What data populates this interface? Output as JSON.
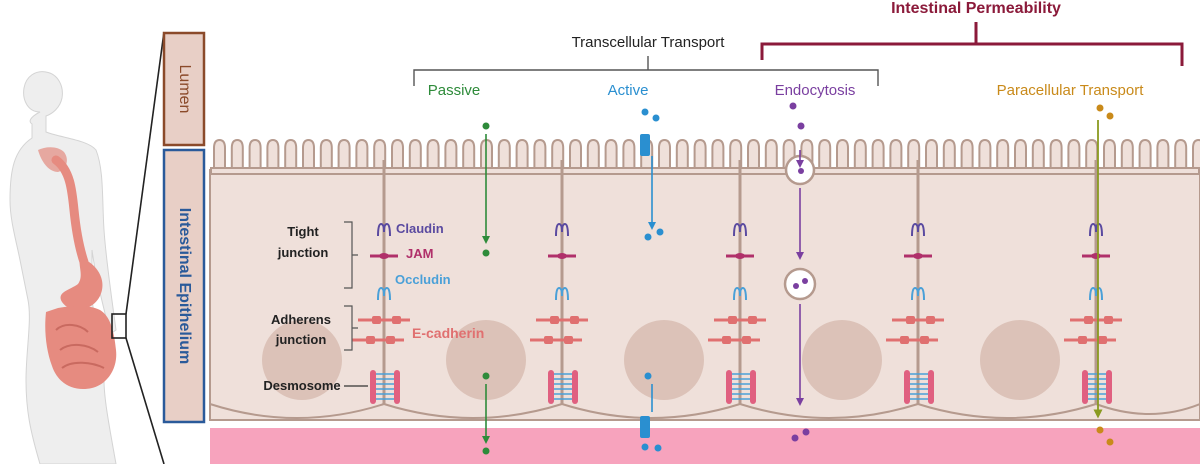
{
  "titles": {
    "permeability": "Intestinal Permeability",
    "transcellular": "Transcellular Transport"
  },
  "routes": {
    "passive": "Passive",
    "active": "Active",
    "endocytosis": "Endocytosis",
    "paracellular": "Paracellular Transport"
  },
  "side_labels": {
    "lumen": "Lumen",
    "epithelium": "Intestinal Epithelium"
  },
  "structures": {
    "tight_junction_line1": "Tight",
    "tight_junction_line2": "junction",
    "adherens_line1": "Adherens",
    "adherens_line2": "junction",
    "desmosome": "Desmosome"
  },
  "proteins": {
    "claudin": "Claudin",
    "jam": "JAM",
    "occludin": "Occludin",
    "e_cadherin": "E-cadherin"
  },
  "colors": {
    "permeability": "#8b1a3a",
    "passive": "#2e8b3a",
    "active": "#2a8fd0",
    "endocytosis": "#7a3fa0",
    "paracellular": "#c98a1a",
    "cell_fill": "#efe0da",
    "cell_stroke": "#b59a8e",
    "blood": "#f7a3bd",
    "nucleus": "#dcc2b8",
    "claudin": "#5a4aa0",
    "jam": "#b0306a",
    "occludin": "#4aa0d8",
    "cadherin": "#e07070",
    "desmosome": "#e06080",
    "lumen_box": "#e8cfc6",
    "lumen_border": "#8b4a2a",
    "epi_border": "#2a5a9a"
  }
}
